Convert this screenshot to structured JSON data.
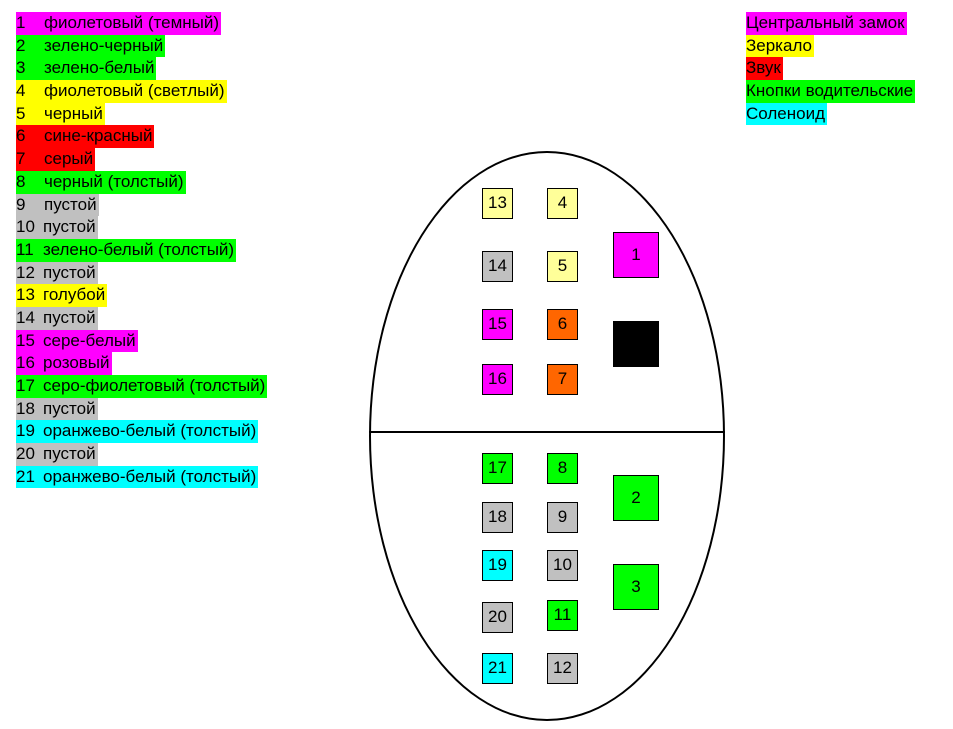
{
  "colors": {
    "magenta": "#ff00ff",
    "green": "#00ff00",
    "yellow": "#ffff00",
    "red": "#ff0000",
    "gray": "#c0c0c0",
    "cyan": "#00ffff",
    "pale_yellow": "#ffff99",
    "orange": "#ff6600",
    "black": "#000000"
  },
  "wires": [
    {
      "num": "1",
      "label": "фиолетовый (темный)",
      "color": "#ff00ff"
    },
    {
      "num": "2",
      "label": "зелено-черный",
      "color": "#00ff00"
    },
    {
      "num": "3",
      "label": "зелено-белый",
      "color": "#00ff00"
    },
    {
      "num": "4",
      "label": "фиолетовый (светлый)",
      "color": "#ffff00"
    },
    {
      "num": "5",
      "label": "черный",
      "color": "#ffff00"
    },
    {
      "num": "6",
      "label": "сине-красный",
      "color": "#ff0000"
    },
    {
      "num": "7",
      "label": "серый",
      "color": "#ff0000"
    },
    {
      "num": "8",
      "label": "черный (толстый)",
      "color": "#00ff00"
    },
    {
      "num": "9",
      "label": "пустой",
      "color": "#c0c0c0"
    },
    {
      "num": "10",
      "label": "пустой",
      "color": "#c0c0c0"
    },
    {
      "num": "11",
      "label": "зелено-белый (толстый)",
      "color": "#00ff00"
    },
    {
      "num": "12",
      "label": "пустой",
      "color": "#c0c0c0"
    },
    {
      "num": "13",
      "label": "голубой",
      "color": "#ffff00"
    },
    {
      "num": "14",
      "label": "пустой",
      "color": "#c0c0c0"
    },
    {
      "num": "15",
      "label": "сере-белый",
      "color": "#ff00ff"
    },
    {
      "num": "16",
      "label": "розовый",
      "color": "#ff00ff"
    },
    {
      "num": "17",
      "label": "серо-фиолетовый (толстый)",
      "color": "#00ff00"
    },
    {
      "num": "18",
      "label": "пустой",
      "color": "#c0c0c0"
    },
    {
      "num": "19",
      "label": "оранжево-белый (толстый)",
      "color": "#00ffff"
    },
    {
      "num": "20",
      "label": "пустой",
      "color": "#c0c0c0"
    },
    {
      "num": "21",
      "label": "оранжево-белый (толстый)",
      "color": "#00ffff"
    }
  ],
  "legend": [
    {
      "label": "Центральный замок",
      "color": "#ff00ff"
    },
    {
      "label": "Зеркало",
      "color": "#ffff00"
    },
    {
      "label": "Звук",
      "color": "#ff0000"
    },
    {
      "label": "Кнопки водительские",
      "color": "#00ff00"
    },
    {
      "label": "Соленоид",
      "color": "#00ffff"
    }
  ],
  "pins": [
    {
      "num": "13",
      "color": "#ffff99"
    },
    {
      "num": "4",
      "color": "#ffff99"
    },
    {
      "num": "1",
      "color": "#ff00ff"
    },
    {
      "num": "14",
      "color": "#c0c0c0"
    },
    {
      "num": "5",
      "color": "#ffff99"
    },
    {
      "num": "15",
      "color": "#ff00ff"
    },
    {
      "num": "6",
      "color": "#ff6600"
    },
    {
      "num": "",
      "color": "#000000"
    },
    {
      "num": "16",
      "color": "#ff00ff"
    },
    {
      "num": "7",
      "color": "#ff6600"
    },
    {
      "num": "17",
      "color": "#00ff00"
    },
    {
      "num": "8",
      "color": "#00ff00"
    },
    {
      "num": "2",
      "color": "#00ff00"
    },
    {
      "num": "18",
      "color": "#c0c0c0"
    },
    {
      "num": "9",
      "color": "#c0c0c0"
    },
    {
      "num": "19",
      "color": "#00ffff"
    },
    {
      "num": "10",
      "color": "#c0c0c0"
    },
    {
      "num": "3",
      "color": "#00ff00"
    },
    {
      "num": "20",
      "color": "#c0c0c0"
    },
    {
      "num": "11",
      "color": "#00ff00"
    },
    {
      "num": "21",
      "color": "#00ffff"
    },
    {
      "num": "12",
      "color": "#c0c0c0"
    }
  ]
}
